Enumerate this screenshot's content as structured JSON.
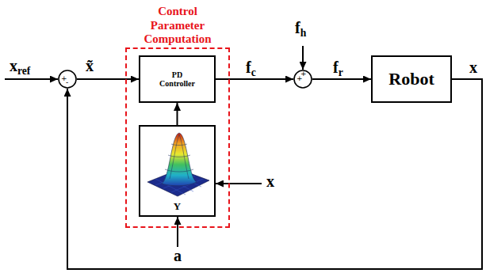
{
  "diagram": {
    "nodes": [
      {
        "text": [
          "+",
          "-"
        ]
      },
      {
        "text": [
          "Control Parameter Computation"
        ]
      },
      {
        "text": [
          "PD Controller"
        ],
        "in": 1
      },
      {
        "text": [
          "Y"
        ],
        "in": 1
      },
      {
        "text": [
          "+",
          "+"
        ]
      },
      {
        "text": [
          "Robot"
        ]
      }
    ],
    "edges": [
      {
        "from": 0,
        "to": 2,
        "arrow": "to",
        "label": "x̃"
      },
      {
        "from": 2,
        "to": 4,
        "arrow": "to",
        "label": "fc"
      },
      {
        "from": 4,
        "to": 5,
        "arrow": "to",
        "label": "fr"
      },
      {
        "from": 3,
        "to": 2,
        "arrow": "to"
      },
      {
        "from": 5,
        "to": 0,
        "arrow": "to",
        "label": "x"
      }
    ],
    "labels": [
      "xref",
      "fh",
      "x",
      "a"
    ]
  }
}
